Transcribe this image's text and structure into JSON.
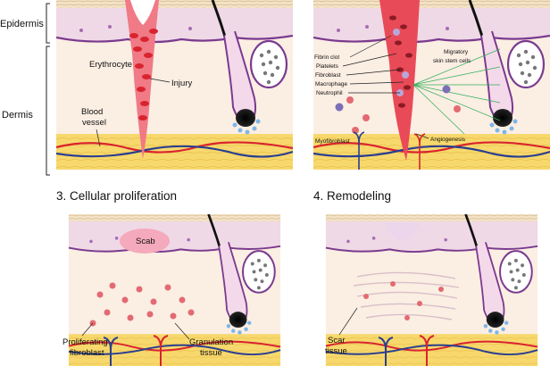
{
  "side_labels": {
    "epidermis": "Epidermis",
    "dermis": "Dermis"
  },
  "panel_titles": {
    "p3": "3. Cellular proliferation",
    "p4": "4. Remodeling"
  },
  "panel1": {
    "erythrocyte": "Erythrocyte",
    "injury": "Injury",
    "blood_vessel_line1": "Blood",
    "blood_vessel_line2": "vessel"
  },
  "panel2": {
    "fibrin_clot": "Fibrin clot",
    "platelets": "Platelets",
    "fibroblast": "Fibroblast",
    "macrophage": "Macrophage",
    "neutrophil": "Neutrophil",
    "migratory_line1": "Migratory",
    "migratory_line2": "skin stem cells",
    "myofibroblast": "Myofibroblast",
    "angiogenesis": "Angiogenesis"
  },
  "panel3": {
    "scab": "Scab",
    "proliferating_line1": "Proliferating",
    "proliferating_line2": "fibroblast",
    "granulation_line1": "Granulation",
    "granulation_line2": "tissue"
  },
  "panel4": {
    "scar_line1": "Scar",
    "scar_line2": "tissue"
  },
  "colors": {
    "epidermis": "#efd9e6",
    "dermis": "#fbeee3",
    "fat": "#f6d56a",
    "blood": "#d9232f",
    "vein": "#2b3f8f",
    "follicle": "#7a3a8e",
    "stem": "#2fae5a"
  }
}
